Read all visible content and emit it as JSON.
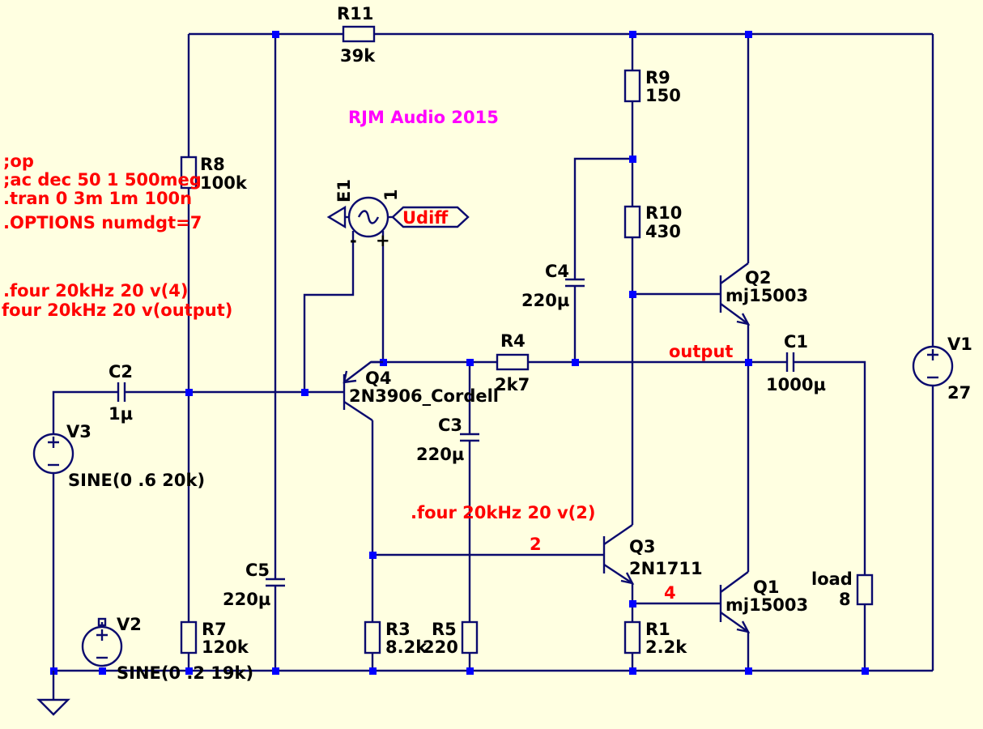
{
  "colors": {
    "background": "#ffffe1",
    "wire": "#0a0a6e",
    "junction": "#0000ff",
    "component": "#0a0a6e",
    "text": "#000000",
    "directive": "#ff0000",
    "title": "#ff00ff"
  },
  "title": "RJM Audio 2015",
  "directives": [
    ";op",
    ";ac dec 50 1 500meg",
    ".tran 0 3m 1m 100n",
    ".OPTIONS numdgt=7",
    ".four 20kHz 20 v(4)",
    "four 20kHz 20 v(output)",
    ".four 20kHz 20 v(2)"
  ],
  "resistors": [
    {
      "ref": "R11",
      "value": "39k"
    },
    {
      "ref": "R9",
      "value": "150"
    },
    {
      "ref": "R8",
      "value": "100k"
    },
    {
      "ref": "R10",
      "value": "430"
    },
    {
      "ref": "R4",
      "value": "2k7"
    },
    {
      "ref": "R7",
      "value": "120k"
    },
    {
      "ref": "R3",
      "value": "8.2k"
    },
    {
      "ref": "R5",
      "value": "220"
    },
    {
      "ref": "R1",
      "value": "2.2k"
    },
    {
      "ref": "load",
      "value": "8"
    }
  ],
  "capacitors": [
    {
      "ref": "C2",
      "value": "1µ"
    },
    {
      "ref": "C4",
      "value": "220µ"
    },
    {
      "ref": "C1",
      "value": "1000µ"
    },
    {
      "ref": "C3",
      "value": "220µ"
    },
    {
      "ref": "C5",
      "value": "220µ"
    }
  ],
  "transistors": [
    {
      "ref": "Q4",
      "model": "2N3906_Cordell"
    },
    {
      "ref": "Q2",
      "model": "mj15003"
    },
    {
      "ref": "Q3",
      "model": "2N1711"
    },
    {
      "ref": "Q1",
      "model": "mj15003"
    }
  ],
  "sources": [
    {
      "ref": "V1",
      "value": "27"
    },
    {
      "ref": "V3",
      "value": "SINE(0 .6 20k)"
    },
    {
      "ref": "V2",
      "value": "SINE(0 .2 19k)"
    }
  ],
  "e1": {
    "ref": "E1",
    "gain": "1"
  },
  "net_labels": {
    "udiff": "Udiff",
    "output": "output",
    "node2": "2",
    "node4": "4"
  },
  "pin_marks": {
    "minus": "-",
    "plus": "+"
  }
}
